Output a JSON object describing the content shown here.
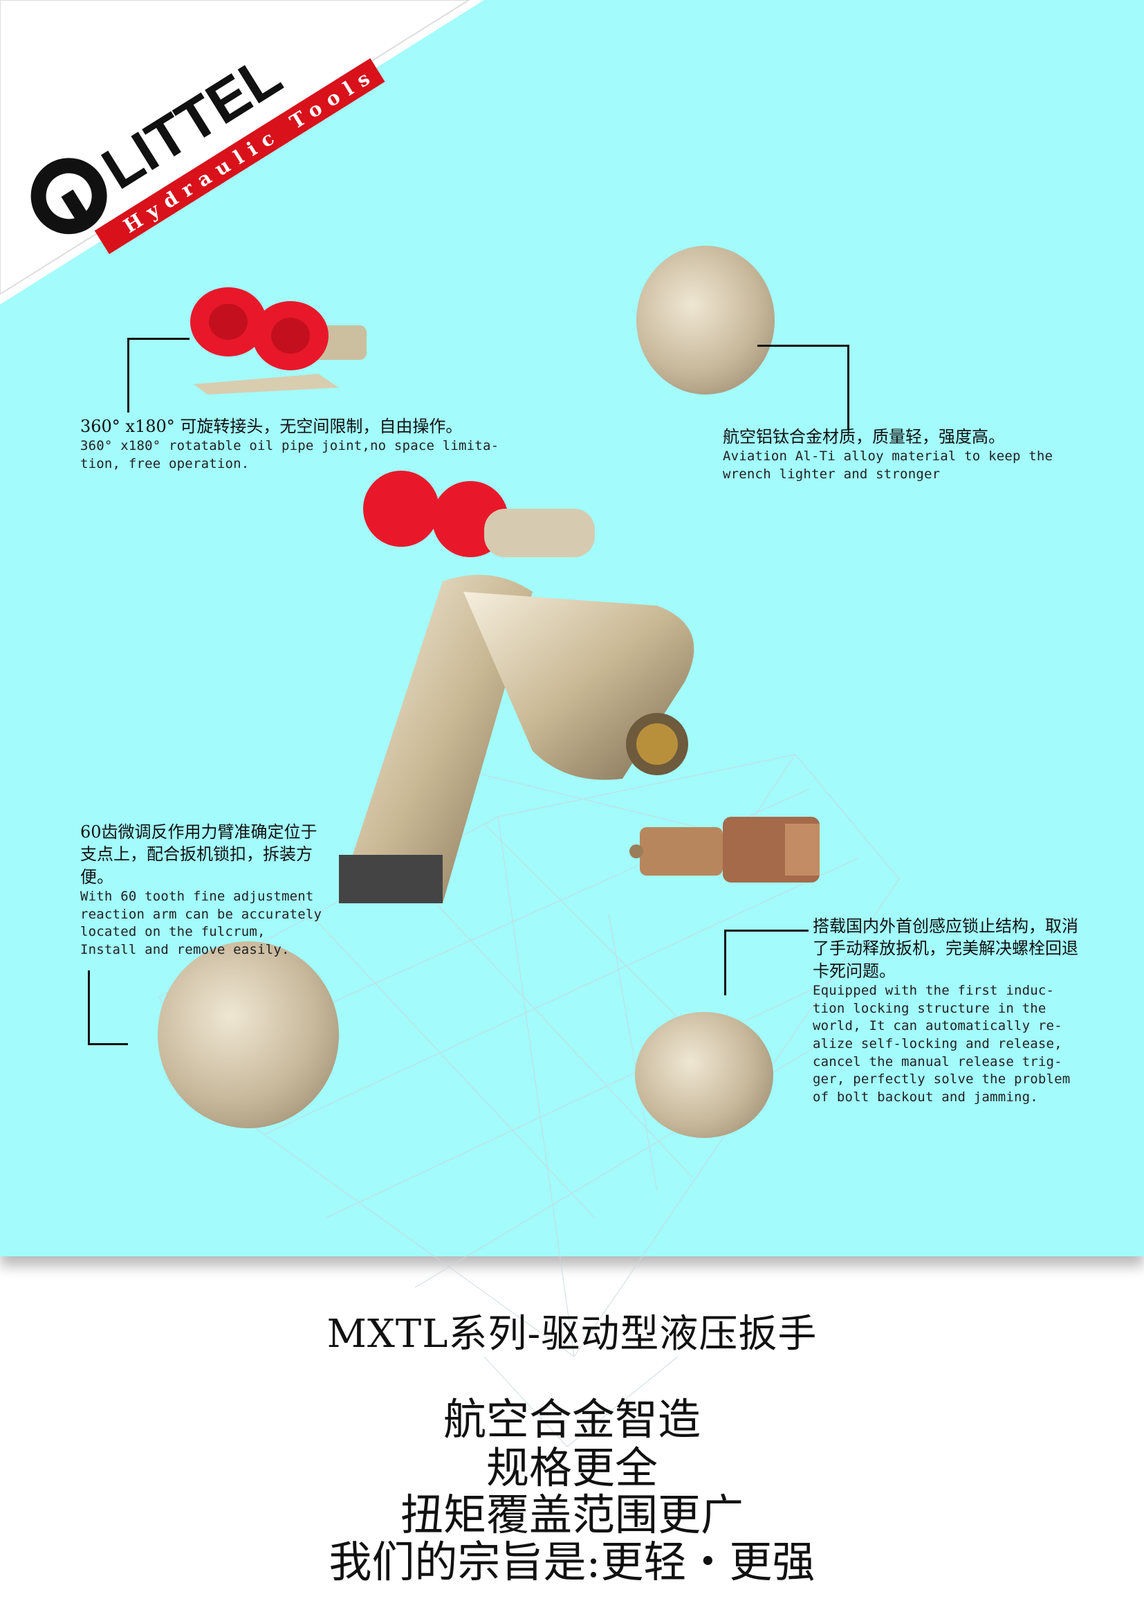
{
  "brand": {
    "name": "LITTEL",
    "tagline": "Hydraulic Tools",
    "accent_red": "#d8111b",
    "logo_icon": "q-ring-logo"
  },
  "background_color": "#a3fbfb",
  "callouts": {
    "oil_joint": {
      "cn": "360° x180° 可旋转接头，无空间限制，自由操作。",
      "en": "360° x180° rotatable oil pipe joint,no space limita-tion, free operation."
    },
    "alloy": {
      "cn": "航空铝钛合金材质，质量轻，强度高。",
      "en": "Aviation Al-Ti alloy material to keep the wrench lighter and stronger"
    },
    "reaction_arm": {
      "cn": "60齿微调反作用力臂准确定位于支点上，配合扳机锁扣，拆装方便。",
      "en": "With 60 tooth fine adjustment reaction arm can be accurately located on the fulcrum, Install and remove easily."
    },
    "self_lock": {
      "cn": "搭载国内外首创感应锁止结构，取消了手动释放扳机，完美解决螺栓回退卡死问题。",
      "en": "Equipped with the first induc-tion locking structure in the world, It can automatically re-alize self-locking and release, cancel the manual release trig-ger, perfectly solve the problem of bolt backout and jamming."
    }
  },
  "footer": {
    "title": "MXTL系列-驱动型液压扳手",
    "slogan": [
      "航空合金智造",
      "规格更全",
      "扭矩覆盖范围更广",
      "我们的宗旨是:更轻・更强"
    ]
  }
}
